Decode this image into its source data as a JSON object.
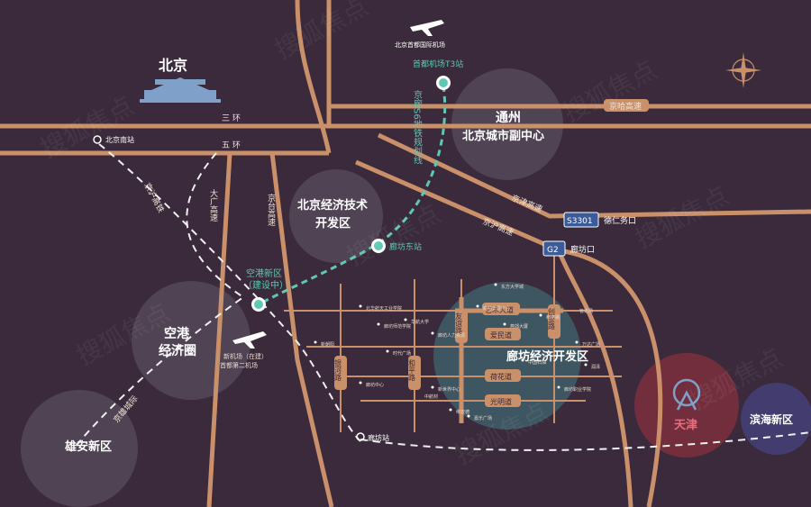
{
  "map": {
    "beijing": "北京",
    "airport_capital": "北京首都国际机场",
    "t3_station": "首都机场T3站",
    "metro_line": "京廊S6地铁规划线",
    "tongzhou_line1": "通州",
    "tongzhou_line2": "北京城市副中心",
    "yizhuang_line1": "北京经济技术",
    "yizhuang_line2": "开发区",
    "langfang_east": "廊坊东站",
    "airport_zone_line1": "空港新区",
    "airport_zone_line2": "（建设中）",
    "airport_econ_line1": "空港",
    "airport_econ_line2": "经济圈",
    "daxing_airport_line1": "新机场（在建）",
    "daxing_airport_line2": "首都第二机场",
    "xiongan": "雄安新区",
    "tianjin": "天津",
    "binhai": "滨海新区",
    "langfang_zone": "廊坊经济开发区",
    "langfang_station": "廊坊站",
    "beijing_south": "北京南站",
    "langfang_exit": "廊坊口",
    "derenwu_exit": "德仁务口",
    "s3301": "S3301",
    "g2": "G2",
    "watermark": "搜狐焦点"
  },
  "roads": {
    "ring3": "三 环",
    "ring5": "五 环",
    "jingha": "京哈高速",
    "jingjin": "京津高速",
    "jinghu": "京沪高速",
    "daguang": "大广高速",
    "jingtai": "京台高速",
    "jinghu_rail": "京沪高铁",
    "jingxiong_rail": "京雄城际",
    "yishu": "艺术大道",
    "aimin": "爱民道",
    "hehua": "荷花道",
    "guangming": "光明道",
    "youyi": "友谊路",
    "chuangye": "创业路",
    "yinhe": "银河路",
    "heping": "和平路"
  },
  "pois": [
    "东方大学城",
    "北华航天工业学院",
    "廊坊师范学院",
    "华航大学",
    "廊坊人力资源",
    "和平路",
    "燕郊大厦",
    "万达广场",
    "润泽",
    "时代广场",
    "新世界中心",
    "中国石油",
    "廊坊职业学院",
    "维亚德",
    "嘉乐广场",
    "新朝阳",
    "廊坊中心",
    "廊坊会展中心",
    "中航材",
    "管道局"
  ],
  "colors": {
    "background": "#3a2a3b",
    "road": "#c9906a",
    "metro": "#5fc8b4",
    "zone_teal": "#3f5d6a",
    "tianjin": "#7a2f3f",
    "binhai": "#433c6e"
  },
  "icons": [
    "plane-icon",
    "compass-icon",
    "metro-station-icon",
    "rail-station-icon",
    "tianjin-eye-icon",
    "tiananmen-icon"
  ]
}
